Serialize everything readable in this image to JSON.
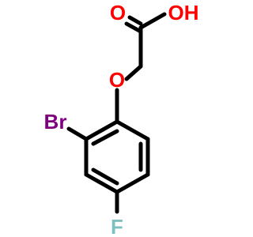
{
  "molecule": {
    "atoms": {
      "carbonyl_o": {
        "text": "O",
        "color": "#ff0000"
      },
      "hydroxyl": {
        "text": "OH",
        "color": "#ff0000"
      },
      "ether_o": {
        "text": "O",
        "color": "#ff0000"
      },
      "bromine": {
        "text": "Br",
        "color": "#7f007f"
      },
      "fluorine": {
        "text": "F",
        "color": "#7fbfbf"
      }
    },
    "bond_color": "#000000"
  }
}
